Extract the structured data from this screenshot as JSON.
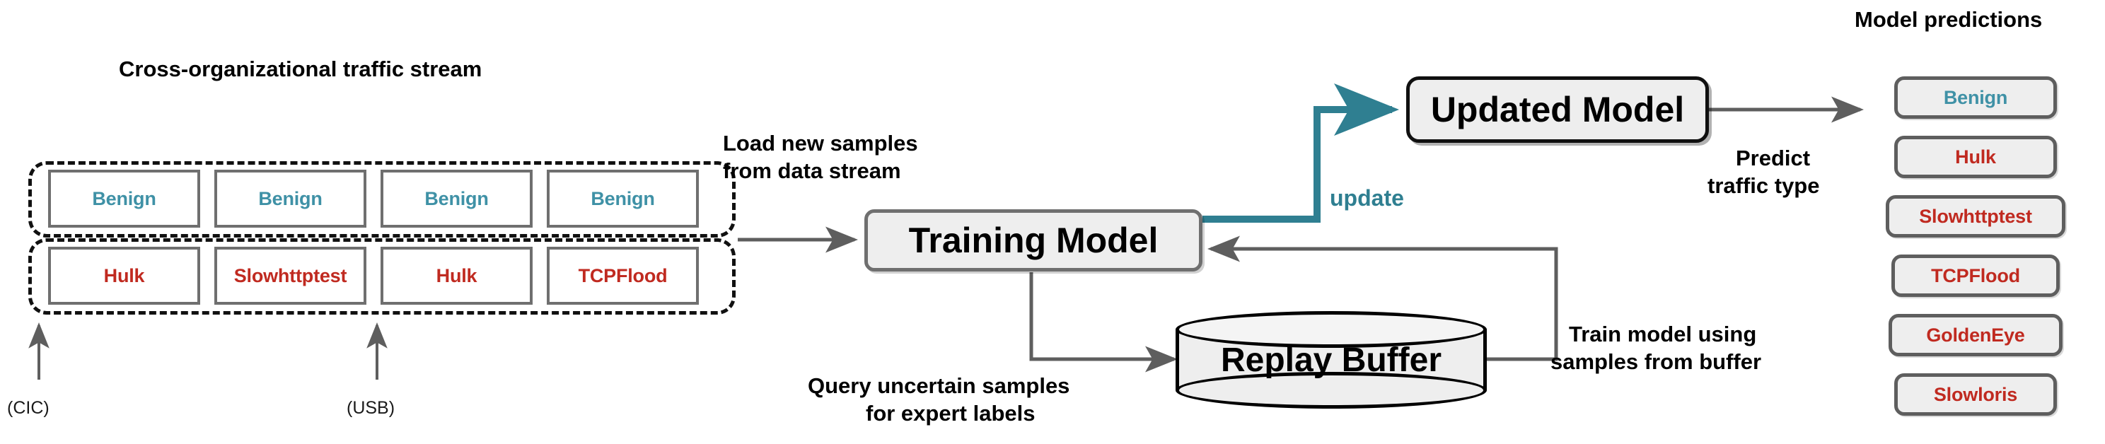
{
  "figure": {
    "background": "#ffffff",
    "colors": {
      "benign": "#3f91a6",
      "attack": "#c02a20",
      "update_accent": "#2f7f91",
      "arrow_grey": "#5e5e5e",
      "box_fill": "#eeeeee",
      "chip_border": "#6f6f6f",
      "dash_border": "#111111"
    }
  },
  "stream": {
    "title": "Cross-organizational traffic stream",
    "benign_row": [
      {
        "label": "Benign",
        "kind": "benign"
      },
      {
        "label": "Benign",
        "kind": "benign"
      },
      {
        "label": "Benign",
        "kind": "benign"
      },
      {
        "label": "Benign",
        "kind": "benign"
      }
    ],
    "attack_row": [
      {
        "label": "Hulk",
        "kind": "attack"
      },
      {
        "label": "Slowhttptest",
        "kind": "attack"
      },
      {
        "label": "Hulk",
        "kind": "attack"
      },
      {
        "label": "TCPFlood",
        "kind": "attack"
      }
    ],
    "sources": [
      {
        "label": "(CIC)"
      },
      {
        "label": "(USB)"
      }
    ]
  },
  "annotations": {
    "load_samples_line1": "Load new samples",
    "load_samples_line2": "from data stream",
    "update": "update",
    "query_line1": "Query uncertain samples",
    "query_line2": "for expert labels",
    "train_line1": "Train model using",
    "train_line2": "samples from buffer",
    "predict_line1": "Predict",
    "predict_line2": "traffic type"
  },
  "nodes": {
    "training_model": "Training Model",
    "updated_model": "Updated Model",
    "replay_buffer": "Replay Buffer"
  },
  "predictions": {
    "title": "Model predictions",
    "items": [
      {
        "label": "Benign",
        "kind": "benign"
      },
      {
        "label": "Hulk",
        "kind": "attack"
      },
      {
        "label": "Slowhttptest",
        "kind": "attack"
      },
      {
        "label": "TCPFlood",
        "kind": "attack"
      },
      {
        "label": "GoldenEye",
        "kind": "attack"
      },
      {
        "label": "Slowloris",
        "kind": "attack"
      }
    ]
  }
}
